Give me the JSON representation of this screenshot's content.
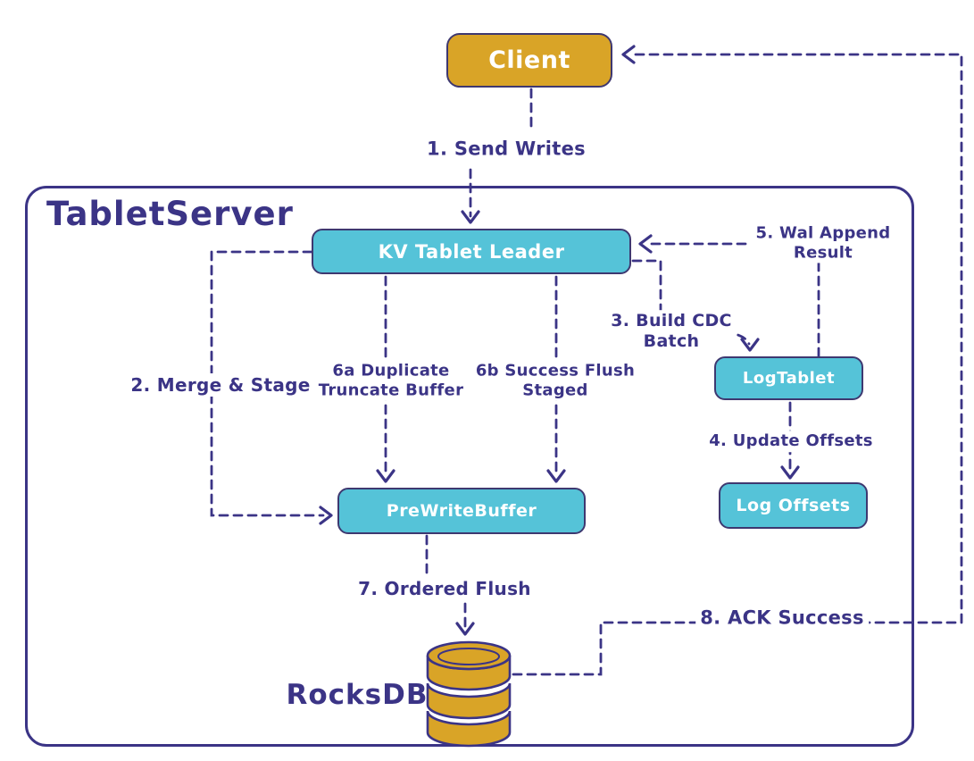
{
  "diagram": {
    "container_label": "TabletServer",
    "nodes": {
      "client": "Client",
      "kv_tablet_leader": "KV Tablet Leader",
      "log_tablet": "LogTablet",
      "log_offsets": "Log Offsets",
      "pre_write_buffer": "PreWriteBuffer",
      "rocksdb": "RocksDB"
    },
    "edges": [
      {
        "id": "1",
        "label": "1. Send Writes",
        "from": "Client",
        "to": "KV Tablet Leader"
      },
      {
        "id": "2",
        "label": "2. Merge & Stage",
        "from": "KV Tablet Leader",
        "to": "PreWriteBuffer"
      },
      {
        "id": "3",
        "label": "3. Build CDC\nBatch",
        "from": "KV Tablet Leader",
        "to": "LogTablet"
      },
      {
        "id": "4",
        "label": "4. Update Offsets",
        "from": "LogTablet",
        "to": "Log Offsets"
      },
      {
        "id": "5",
        "label": "5. Wal Append Result",
        "from": "LogTablet",
        "to": "KV Tablet Leader"
      },
      {
        "id": "6a",
        "label": "6a Duplicate\nTruncate Buffer",
        "from": "KV Tablet Leader",
        "to": "PreWriteBuffer"
      },
      {
        "id": "6b",
        "label": "6b Success Flush\nStaged",
        "from": "KV Tablet Leader",
        "to": "PreWriteBuffer"
      },
      {
        "id": "7",
        "label": "7. Ordered Flush",
        "from": "PreWriteBuffer",
        "to": "RocksDB"
      },
      {
        "id": "8",
        "label": "8. ACK Success",
        "from": "RocksDB",
        "to": "Client"
      }
    ],
    "colors": {
      "line_navy": "#3b3486",
      "node_cyan": "#55c3d8",
      "node_gold": "#d9a427",
      "node_text": "#ffffff",
      "background": "#ffffff"
    }
  }
}
